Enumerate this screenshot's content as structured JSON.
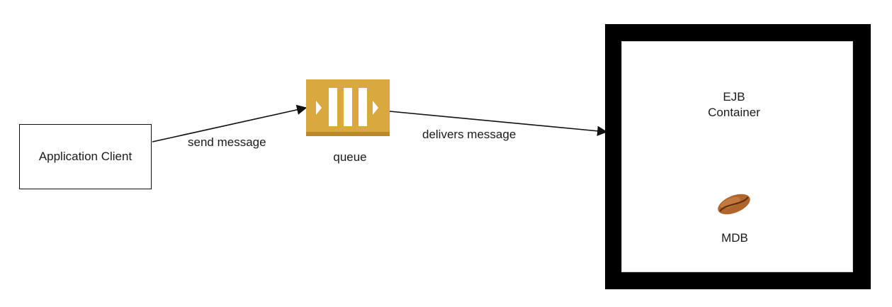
{
  "client": {
    "label": "Application Client"
  },
  "queue": {
    "label": "queue"
  },
  "edges": {
    "send": {
      "label": "send message"
    },
    "deliver": {
      "label": "delivers message"
    }
  },
  "container": {
    "title_line1": "EJB",
    "title_line2": "Container"
  },
  "mdb": {
    "label": "MDB"
  },
  "colors": {
    "queue_fill": "#d9a83f",
    "bean_fill": "#b0652c",
    "container_border": "#000000"
  },
  "icons": {
    "queue": "message-queue-icon",
    "mdb": "coffee-bean-icon"
  }
}
